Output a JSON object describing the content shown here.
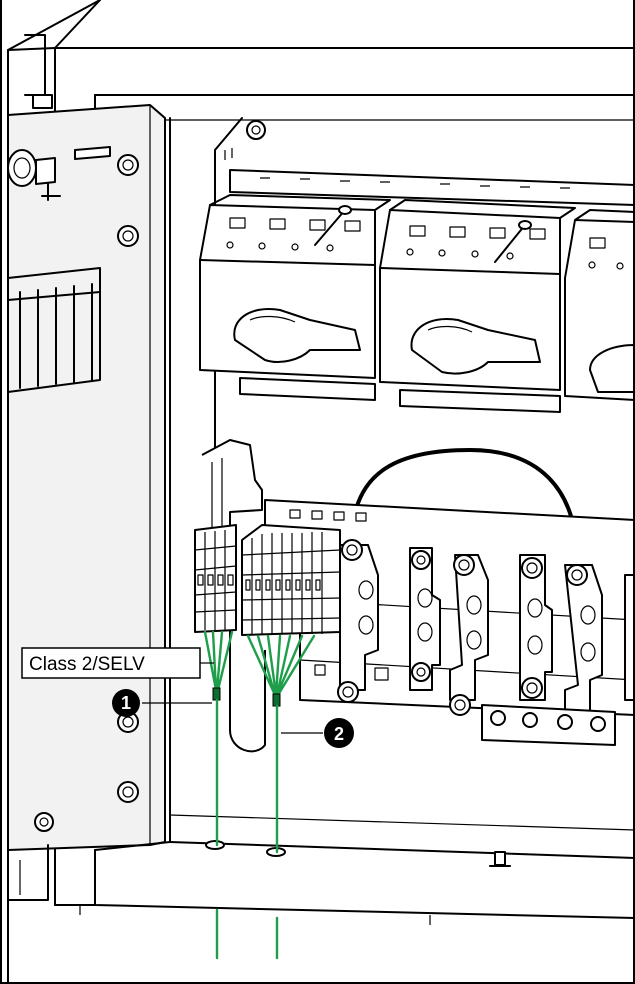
{
  "labels": {
    "class_label": "Class 2/SELV"
  },
  "callouts": [
    {
      "number": "1"
    },
    {
      "number": "2"
    }
  ],
  "colors": {
    "wire": "#1e9e4a",
    "line": "#000000",
    "background": "#ffffff"
  }
}
